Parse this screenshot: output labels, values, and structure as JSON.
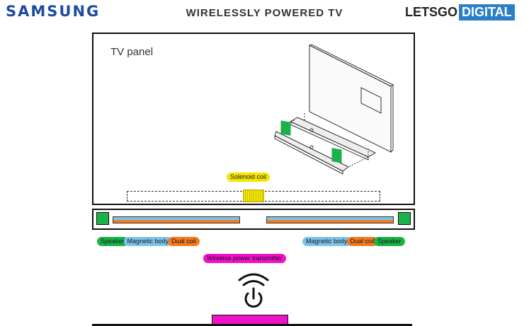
{
  "header": {
    "brand_left": "SAMSUNG",
    "title": "WIRELESSLY POWERED TV",
    "brand_right_a": "LETSGO",
    "brand_right_b": "DIGITAL"
  },
  "diagram": {
    "tv_panel_label": "TV panel",
    "solenoid_label": "Solenoid coil",
    "left_labels": [
      "Speaker",
      "Magnetic body",
      "Dual coil"
    ],
    "right_labels": [
      "Magnetic body",
      "Dual coil",
      "Speaker"
    ],
    "transmitter_label": "Wireless power transmitter",
    "icon": "wireless-power-icon"
  },
  "colors": {
    "samsung_blue": "#1e4aa0",
    "speaker_green": "#19b34a",
    "magnetic_blue": "#7dc3ec",
    "coil_orange": "#f47b20",
    "solenoid_yellow": "#f2e600",
    "transmitter_magenta": "#ee12c9"
  }
}
